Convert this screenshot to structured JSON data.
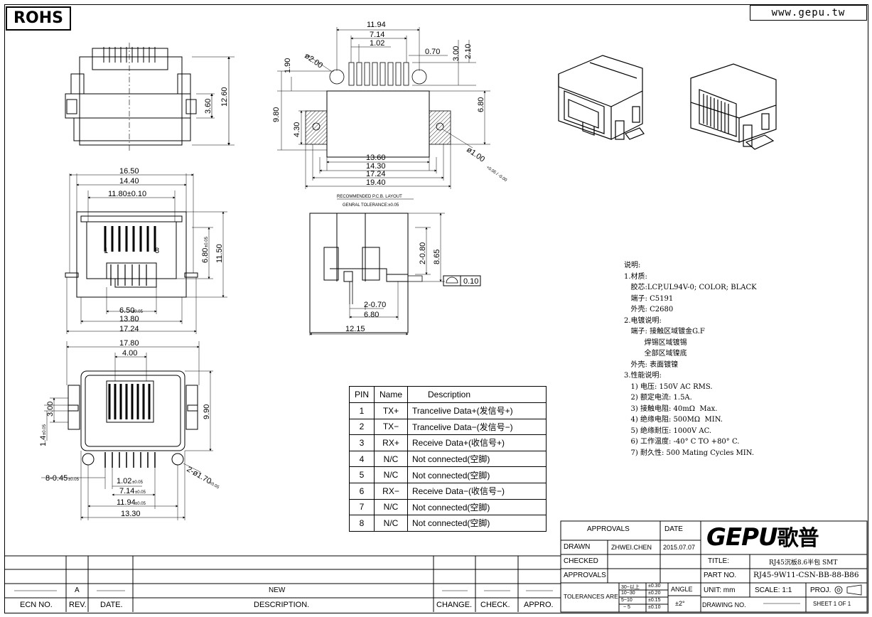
{
  "header": {
    "badge": "ROHS",
    "website": "www.gepu.tw"
  },
  "top_view_dims": {
    "w1": "11.94",
    "w2": "7.14",
    "w3": "1.02",
    "w4": "0.70",
    "h1": "3.00",
    "h2": "2.10",
    "h3": "1.90",
    "h4": "9.80",
    "h5": "4.30",
    "h6": "6.80",
    "d1": "ø2.00",
    "d2": "ø1.00",
    "d2tol": "+0.05 / -0.00",
    "b1": "13.60",
    "b2": "14.30",
    "b3": "17.24",
    "b4": "19.40"
  },
  "left_top_dims": {
    "v1": "12.60",
    "v2": "3.60"
  },
  "front_dims": {
    "t1": "16.50",
    "t2": "14.40",
    "t3": "11.80±0.10",
    "p1": "1",
    "p8": "8",
    "v1": "6.80",
    "v1tol": "±0.05",
    "v2": "11.50",
    "b1": "6.50",
    "b1tol": "±0.05",
    "b2": "13.80",
    "b3": "17.24"
  },
  "pcb_title": "RECOMMENDED   P.C.B.  LAYOUT",
  "pcb_tol": "GENRAL  TOLERANCE:±0.05",
  "side_dims": {
    "v1": "2-0.80",
    "v2": "8.65",
    "b1": "2-0.70",
    "b2": "6.80",
    "b3": "12.15",
    "flat": "0.10"
  },
  "bottom_dims": {
    "t1": "17.80",
    "t2": "4.00",
    "v1": "9.90",
    "v2": "3.00",
    "v3": "1.4",
    "v3tol": "±0.05",
    "l1": "8-0.45",
    "l1tol": "±0.05",
    "d1": "2-ø1.70",
    "d1tol": "±0.05",
    "b1": "1.02",
    "b1tol": "±0.05",
    "b2": "7.14",
    "b2tol": "±0.05",
    "b3": "11.94",
    "b3tol": "±0.05",
    "b4": "13.30"
  },
  "notes": {
    "title": "说明:",
    "lines": [
      "1.材质:",
      "   胶芯:LCP,UL94V-0; COLOR; BLACK",
      "   端子: C5191",
      "   外壳: C2680",
      "2.电镀说明:",
      "   端子: 接触区域镀金G.F",
      "         焊锡区域镀锡",
      "         全部区域镍底",
      "   外壳: 表面镀镍",
      "3.性能说明:",
      "   1) 电压: 150V AC RMS.",
      "   2) 额定电流: 1.5A.",
      "   3) 接触电阻: 40mΩ  Max.",
      "   4) 绝缘电阻: 500MΩ  MIN.",
      "   5) 绝缘耐压: 1000V AC.",
      "   6) 工作温度: -40° C TO +80° C.",
      "   7) 耐久性: 500 Mating Cycles MIN."
    ]
  },
  "pin_table": {
    "headers": [
      "PIN",
      "Name",
      "Description"
    ],
    "rows": [
      [
        "1",
        "TX+",
        "Trancelive  Data+(发信号+)"
      ],
      [
        "2",
        "TX−",
        "Trancelive  Data−(发信号−)"
      ],
      [
        "3",
        "RX+",
        "Receive  Data+(收信号+)"
      ],
      [
        "4",
        "N/C",
        "Not  connected(空脚)"
      ],
      [
        "5",
        "N/C",
        "Not  connected(空脚)"
      ],
      [
        "6",
        "RX−",
        "Receive  Data−(收信号−)"
      ],
      [
        "7",
        "N/C",
        "Not  connected(空脚)"
      ],
      [
        "8",
        "N/C",
        "Not  connected(空脚)"
      ]
    ]
  },
  "title_block": {
    "approvals": "APPROVALS",
    "date": "DATE",
    "drawn": "DRAWN",
    "drawn_by": "ZHWEI.CHEN",
    "drawn_date": "2015.07.07",
    "checked": "CHECKED",
    "approvals2": "APPROVALS",
    "tolerances": "TOLERANCES  ARE",
    "tol_rows": [
      [
        "30~以上",
        "±0.30"
      ],
      [
        "10~30",
        "±0.20"
      ],
      [
        "5~10",
        "±0.15"
      ],
      [
        "~ 5",
        "±0.10"
      ]
    ],
    "angle": "ANGLE",
    "angle_val": "±2°",
    "logo_en": "GEPU",
    "logo_cn": "歌普",
    "title_label": "TITLE:",
    "title_value": "RJ45沉板8.6半包  SMT",
    "part_label": "PART  NO.",
    "part_value": "RJ45-9W11-CSN-BB-88-B86",
    "unit": "UNIT:  mm",
    "scale": "SCALE:   1:1",
    "proj": "PROJ.",
    "drawing_no": "DRAWING  NO.",
    "sheet": "SHEET    1  OF  1"
  },
  "revision_block": {
    "rev_a": "A",
    "new": "NEW",
    "labels": [
      "ECN  NO.",
      "REV.",
      "DATE.",
      "DESCRIPTION.",
      "CHANGE.",
      "CHECK.",
      "APPRO."
    ]
  }
}
